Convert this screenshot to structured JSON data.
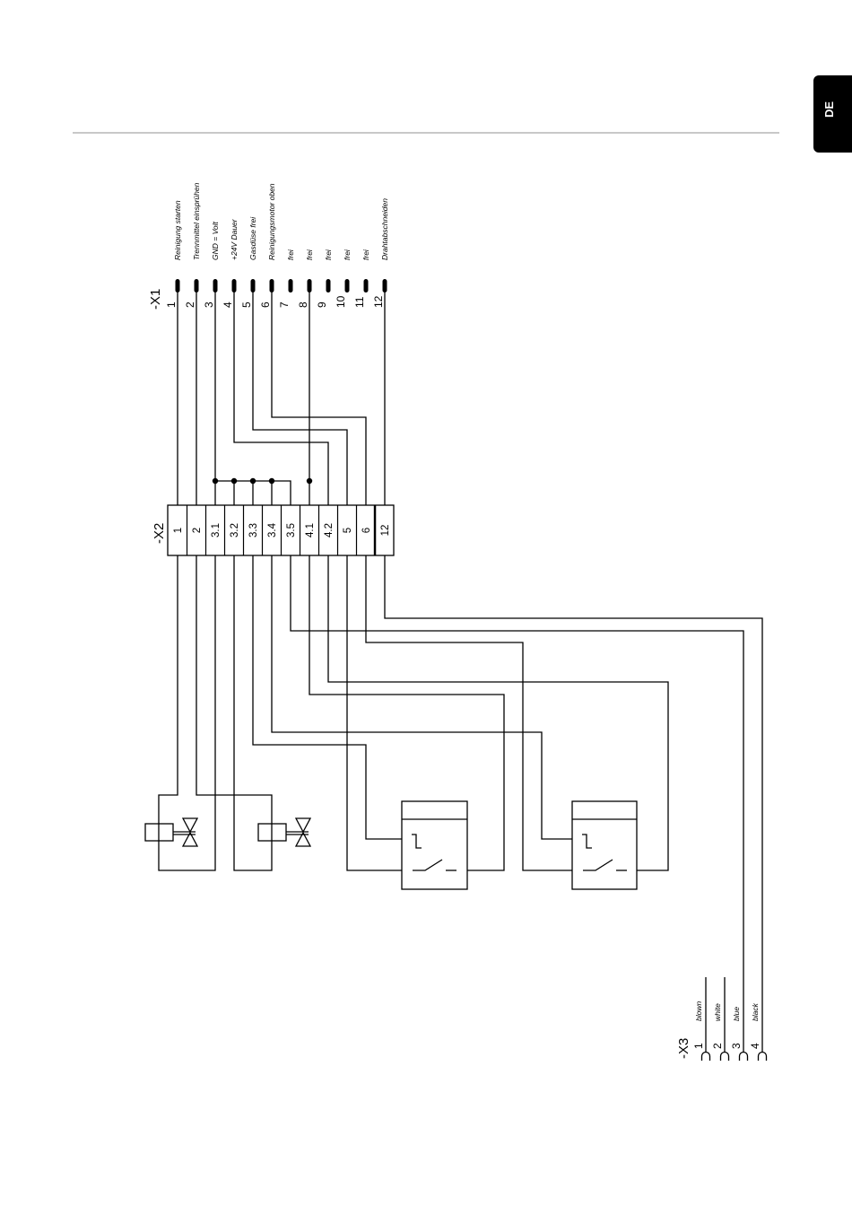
{
  "lang_tab": "DE",
  "x1": {
    "title": "-X1",
    "pins": [
      "1",
      "2",
      "3",
      "4",
      "5",
      "6",
      "7",
      "8",
      "9",
      "10",
      "11",
      "12"
    ],
    "labels": [
      "Reinigung starten",
      "Trennmittel einsprühen",
      "GND = Volt",
      "+24V Dauer",
      "Gasdüse frei",
      "Reinigungsmotor oben",
      "frei",
      "frei",
      "frei",
      "frei",
      "frei",
      "Drahtabschneiden"
    ]
  },
  "x2": {
    "title": "-X2",
    "terminals": [
      "1",
      "2",
      "3.1",
      "3.2",
      "3.3",
      "3.4",
      "3.5",
      "4.1",
      "4.2",
      "5",
      "6",
      "12"
    ]
  },
  "x3": {
    "title": "-X3",
    "pins": [
      "1",
      "2",
      "3",
      "4"
    ],
    "labels": [
      "blown",
      "white",
      "blue",
      "black"
    ]
  }
}
